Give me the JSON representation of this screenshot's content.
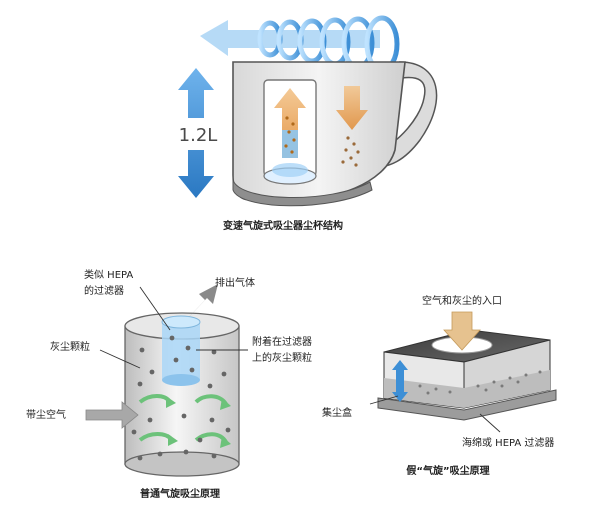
{
  "top_diagram": {
    "volume_label": "1.2L",
    "caption": "变速气旋式吸尘器尘杯结构"
  },
  "bottom_left": {
    "label_filter": "类似 HEPA\n的过滤器",
    "label_exhaust": "排出气体",
    "label_dust": "灰尘颗粒",
    "label_attached": "附着在过滤器\n上的灰尘颗粒",
    "label_intake": "带尘空气",
    "caption": "普通气旋吸尘原理"
  },
  "bottom_right": {
    "label_inlet": "空气和灰尘的入口",
    "label_bin": "集尘盒",
    "label_filter": "海绵或 HEPA 过滤器",
    "caption": "假“气旋”吸尘原理"
  },
  "colors": {
    "blue_arrow": "#3d8fd6",
    "grey_arrow": "#8a8a8a",
    "orange_arrow": "#e39a4a",
    "green_swirl": "#6cc27a",
    "outline": "#555555"
  }
}
